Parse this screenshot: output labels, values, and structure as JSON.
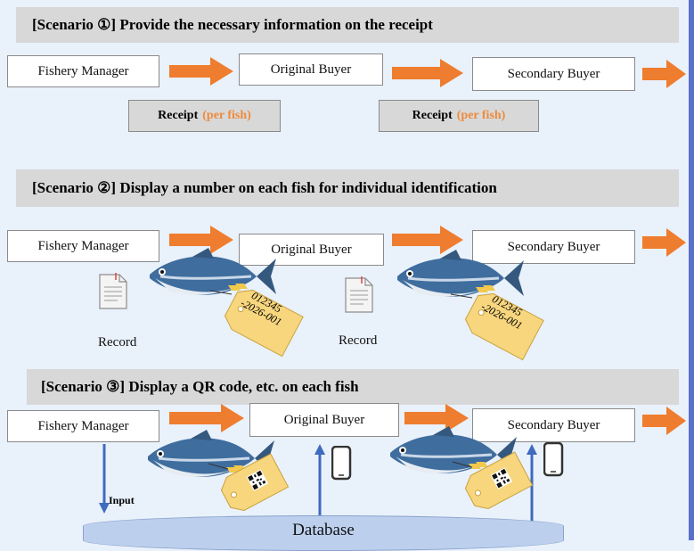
{
  "scenario1": {
    "title": "[Scenario ①] Provide the necessary information on the receipt",
    "actors": [
      "Fishery Manager",
      "Original Buyer",
      "Secondary Buyer"
    ],
    "receipt_label": "Receipt",
    "receipt_accent": "(per fish)"
  },
  "scenario2": {
    "title": "[Scenario ②] Display a number on each fish for individual identification",
    "actors": [
      "Fishery Manager",
      "Original Buyer",
      "Secondary Buyer"
    ],
    "record_label": "Record",
    "tag_line1": "012345",
    "tag_line2": "-2026-001"
  },
  "scenario3": {
    "title": "[Scenario ③] Display a QR code, etc. on each fish",
    "actors": [
      "Fishery Manager",
      "Original Buyer",
      "Secondary Buyer"
    ],
    "input_label": "Input",
    "database_label": "Database"
  },
  "colors": {
    "arrow_orange": "#ef7d2f",
    "arrow_blue": "#3f6bc0",
    "accent_text": "#ee8a3a",
    "tag_fill": "#f7d67e",
    "banner_gray": "#d8d8d8"
  },
  "icons": [
    "document-icon",
    "fish-icon",
    "tag-icon",
    "qr-code-icon",
    "smartphone-icon",
    "database-icon"
  ]
}
